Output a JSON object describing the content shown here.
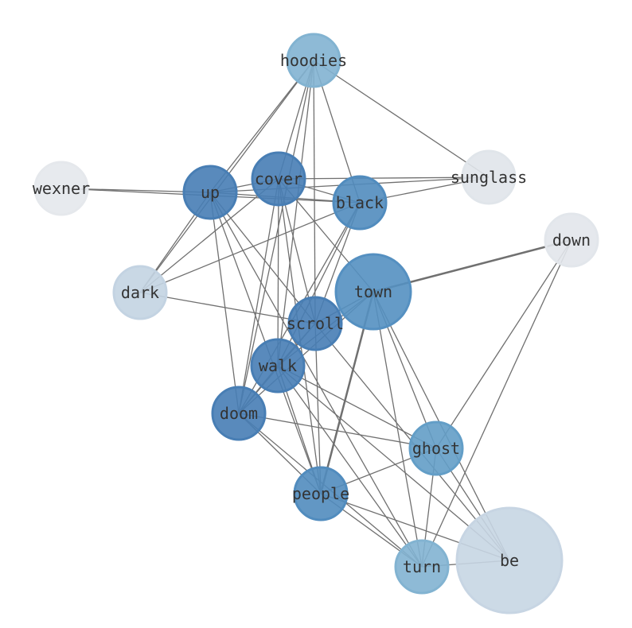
{
  "nodes": [
    {
      "id": "hoodies",
      "label": "hoodies",
      "color": "#8cc0e1",
      "size": "normal"
    },
    {
      "id": "wexner",
      "label": "wexner",
      "color": "#f6f9fe",
      "size": "normal"
    },
    {
      "id": "up",
      "label": "up",
      "color": "#4d87c2",
      "size": "normal"
    },
    {
      "id": "cover",
      "label": "cover",
      "color": "#4d87c2",
      "size": "normal"
    },
    {
      "id": "black",
      "label": "black",
      "color": "#5796cc",
      "size": "normal"
    },
    {
      "id": "sunglass",
      "label": "sunglass",
      "color": "#f1f6fc",
      "size": "normal"
    },
    {
      "id": "down",
      "label": "down",
      "color": "#f3f7fd",
      "size": "normal"
    },
    {
      "id": "dark",
      "label": "dark",
      "color": "#d2e3f3",
      "size": "normal"
    },
    {
      "id": "town",
      "label": "town",
      "color": "#5b9bcf",
      "size": "large"
    },
    {
      "id": "scroll",
      "label": "scroll",
      "color": "#4d87c2",
      "size": "normal"
    },
    {
      "id": "walk",
      "label": "walk",
      "color": "#4d87c2",
      "size": "normal"
    },
    {
      "id": "doom",
      "label": "doom",
      "color": "#4d87c2",
      "size": "normal"
    },
    {
      "id": "ghost",
      "label": "ghost",
      "color": "#6aaad6",
      "size": "normal"
    },
    {
      "id": "people",
      "label": "people",
      "color": "#5796cc",
      "size": "normal"
    },
    {
      "id": "turn",
      "label": "turn",
      "color": "#8cc0e1",
      "size": "normal"
    },
    {
      "id": "be",
      "label": "be",
      "color": "#d6e5f4",
      "size": "xlarge"
    }
  ],
  "edges": [
    [
      "hoodies",
      "up"
    ],
    [
      "hoodies",
      "dark"
    ],
    [
      "hoodies",
      "cover"
    ],
    [
      "hoodies",
      "walk"
    ],
    [
      "hoodies",
      "doom"
    ],
    [
      "hoodies",
      "scroll"
    ],
    [
      "hoodies",
      "black"
    ],
    [
      "hoodies",
      "sunglass"
    ],
    [
      "wexner",
      "up"
    ],
    [
      "wexner",
      "black"
    ],
    [
      "up",
      "cover"
    ],
    [
      "up",
      "black"
    ],
    [
      "up",
      "sunglass"
    ],
    [
      "up",
      "dark"
    ],
    [
      "up",
      "doom"
    ],
    [
      "up",
      "people"
    ],
    [
      "up",
      "scroll"
    ],
    [
      "up",
      "turn"
    ],
    [
      "cover",
      "sunglass"
    ],
    [
      "cover",
      "black"
    ],
    [
      "cover",
      "dark"
    ],
    [
      "cover",
      "doom"
    ],
    [
      "cover",
      "walk"
    ],
    [
      "cover",
      "people"
    ],
    [
      "cover",
      "scroll"
    ],
    [
      "cover",
      "town"
    ],
    [
      "black",
      "sunglass"
    ],
    [
      "black",
      "dark"
    ],
    [
      "black",
      "scroll"
    ],
    [
      "black",
      "walk"
    ],
    [
      "black",
      "doom"
    ],
    [
      "down",
      "town",
      2
    ],
    [
      "down",
      "ghost"
    ],
    [
      "down",
      "turn"
    ],
    [
      "dark",
      "scroll"
    ],
    [
      "town",
      "scroll"
    ],
    [
      "town",
      "walk"
    ],
    [
      "town",
      "doom"
    ],
    [
      "town",
      "people",
      2
    ],
    [
      "town",
      "ghost"
    ],
    [
      "town",
      "turn"
    ],
    [
      "town",
      "be"
    ],
    [
      "scroll",
      "walk"
    ],
    [
      "scroll",
      "doom"
    ],
    [
      "scroll",
      "people"
    ],
    [
      "scroll",
      "be"
    ],
    [
      "walk",
      "doom"
    ],
    [
      "walk",
      "people"
    ],
    [
      "walk",
      "ghost"
    ],
    [
      "walk",
      "turn"
    ],
    [
      "walk",
      "be"
    ],
    [
      "doom",
      "ghost"
    ],
    [
      "doom",
      "people"
    ],
    [
      "doom",
      "turn"
    ],
    [
      "ghost",
      "people"
    ],
    [
      "ghost",
      "turn"
    ],
    [
      "ghost",
      "be"
    ],
    [
      "people",
      "turn"
    ],
    [
      "people",
      "be"
    ],
    [
      "turn",
      "be"
    ]
  ],
  "edge_color": "#707070"
}
